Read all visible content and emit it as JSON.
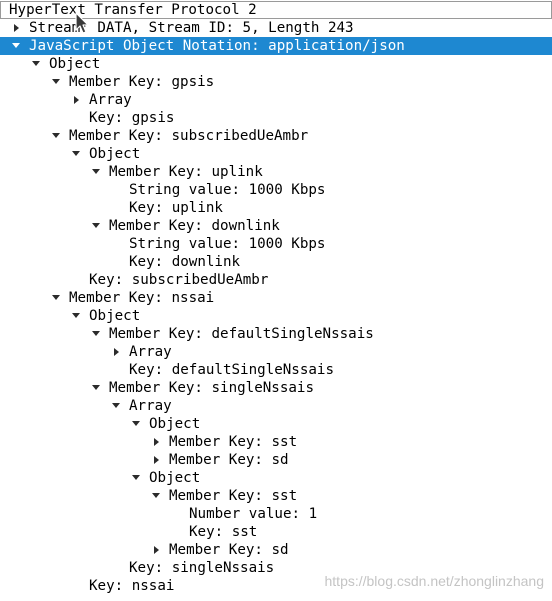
{
  "packet_details": {
    "header": "HyperText Transfer Protocol 2",
    "stream": "Stream: DATA, Stream ID: 5, Length 243",
    "json_root": "JavaScript Object Notation: application/json",
    "rows": [
      {
        "label": "Object",
        "level": 0,
        "state": "expanded"
      },
      {
        "label": "Member Key: gpsis",
        "level": 1,
        "state": "expanded"
      },
      {
        "label": "Array",
        "level": 2,
        "state": "collapsed"
      },
      {
        "label": "Key: gpsis",
        "level": 2,
        "state": "leaf"
      },
      {
        "label": "Member Key: subscribedUeAmbr",
        "level": 1,
        "state": "expanded"
      },
      {
        "label": "Object",
        "level": 2,
        "state": "expanded"
      },
      {
        "label": "Member Key: uplink",
        "level": 3,
        "state": "expanded"
      },
      {
        "label": "String value: 1000 Kbps",
        "level": 4,
        "state": "leaf"
      },
      {
        "label": "Key: uplink",
        "level": 4,
        "state": "leaf"
      },
      {
        "label": "Member Key: downlink",
        "level": 3,
        "state": "expanded"
      },
      {
        "label": "String value: 1000 Kbps",
        "level": 4,
        "state": "leaf"
      },
      {
        "label": "Key: downlink",
        "level": 4,
        "state": "leaf"
      },
      {
        "label": "Key: subscribedUeAmbr",
        "level": 2,
        "state": "leaf"
      },
      {
        "label": "Member Key: nssai",
        "level": 1,
        "state": "expanded"
      },
      {
        "label": "Object",
        "level": 2,
        "state": "expanded"
      },
      {
        "label": "Member Key: defaultSingleNssais",
        "level": 3,
        "state": "expanded"
      },
      {
        "label": "Array",
        "level": 4,
        "state": "collapsed"
      },
      {
        "label": "Key: defaultSingleNssais",
        "level": 4,
        "state": "leaf"
      },
      {
        "label": "Member Key: singleNssais",
        "level": 3,
        "state": "expanded"
      },
      {
        "label": "Array",
        "level": 4,
        "state": "expanded"
      },
      {
        "label": "Object",
        "level": 5,
        "state": "expanded"
      },
      {
        "label": "Member Key: sst",
        "level": 6,
        "state": "collapsed"
      },
      {
        "label": "Member Key: sd",
        "level": 6,
        "state": "collapsed"
      },
      {
        "label": "Object",
        "level": 5,
        "state": "expanded"
      },
      {
        "label": "Member Key: sst",
        "level": 6,
        "state": "expanded"
      },
      {
        "label": "Number value: 1",
        "level": 7,
        "state": "leaf"
      },
      {
        "label": "Key: sst",
        "level": 7,
        "state": "leaf"
      },
      {
        "label": "Member Key: sd",
        "level": 6,
        "state": "collapsed"
      },
      {
        "label": "Key: singleNssais",
        "level": 4,
        "state": "leaf"
      },
      {
        "label": "Key: nssai",
        "level": 2,
        "state": "leaf"
      }
    ]
  },
  "watermark": "https://blog.csdn.net/zhonglinzhang",
  "colors": {
    "selection": "#1e88d1",
    "text": "#000000",
    "watermark": "#c4c4c4"
  }
}
